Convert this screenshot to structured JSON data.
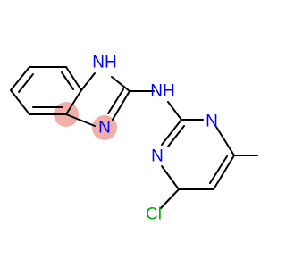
{
  "molecule": {
    "atoms": {
      "nh_benzimidazole": {
        "text": "NH",
        "color": "#0000ff"
      },
      "n3_benzimidazole": {
        "text": "N",
        "color": "#0000ff"
      },
      "nh_linker": {
        "text": "NH",
        "color": "#0000ff"
      },
      "n_pyrimidine_upper": {
        "text": "N",
        "color": "#0000ff"
      },
      "n_pyrimidine_lower": {
        "text": "N",
        "color": "#0000ff"
      },
      "cl": {
        "text": "Cl",
        "color": "#00aa00"
      }
    },
    "highlight_color": "#f0b0a8"
  }
}
